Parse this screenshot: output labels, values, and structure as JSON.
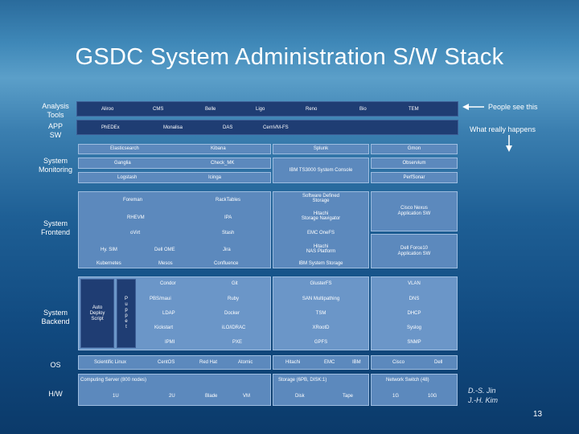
{
  "title": "GSDC System Administration S/W Stack",
  "notes": {
    "people_see": "People see this",
    "what_happens": "What really happens"
  },
  "authors": [
    "D.-S. Jin",
    "J.-H. Kim"
  ],
  "page_number": "13",
  "rows": {
    "analysis": "Analysis\nTools",
    "app": "APP\nSW",
    "monitoring": "System\nMonitoring",
    "frontend": "System\nFrontend",
    "backend": "System\nBackend",
    "os": "OS",
    "hw": "H/W"
  },
  "analysis_tools": [
    "Aliroo",
    "CMS",
    "Belle",
    "Ligo",
    "Reno",
    "Bio",
    "TEM"
  ],
  "app_sw": [
    "PhEDEx",
    "Monalisa",
    "DAS",
    "CernVM-FS"
  ],
  "monitoring": [
    "Elasticsearch",
    "Kibana",
    "Splunk",
    "Ganglia",
    "Check_MK",
    "Logstash",
    "Icinga",
    "IBM TS3000 System Console",
    "Gmon",
    "Observium",
    "PerfSonar"
  ],
  "frontend": [
    "Foreman",
    "RackTables",
    "Software Defined\nStorage",
    "RHEVM",
    "IPA",
    "Hitachi\nStorage Navigator",
    "oVirt",
    "Stash",
    "EMC OneFS",
    "Hy. SIM",
    "Dell OME",
    "Jira",
    "Hitachi\nNAS Platform",
    "Kubernetes",
    "Mesos",
    "Confluence",
    "IBM System Storage",
    "Cisco Nexus\nApplication SW",
    "Dell Force10\nApplication SW"
  ],
  "backend": {
    "auto_deploy": "Auto\nDeploy\nScript",
    "puppet": "P\nu\np\np\ne\nt",
    "items": [
      "Condor",
      "Git",
      "GlusterFS",
      "VLAN",
      "PBS/maui",
      "Ruby",
      "SAN Multipathing",
      "DNS",
      "LDAP",
      "Docker",
      "TSM",
      "DHCP",
      "Kickstart",
      "iLO/iDRAC",
      "XRootD",
      "Syslog",
      "IPMI",
      "PXE",
      "GPFS",
      "SNMP"
    ]
  },
  "os": [
    "Scientific Linux",
    "CentOS",
    "Red Hat",
    "Atomic",
    "Hitachi",
    "EMC",
    "IBM",
    "Cisco",
    "Dell"
  ],
  "hw": {
    "computing_label": "Computing Server (800 nodes)",
    "storage_label": "Storage (6PB, DISK:1)",
    "network_label": "Network Switch (48)",
    "items": [
      "1U",
      "2U",
      "Blade",
      "VM",
      "Disk",
      "Tape",
      "1G",
      "10G"
    ]
  },
  "colors": {
    "box": "#5c89bd",
    "dark_box": "#1f3d73",
    "title": "#ffffff"
  }
}
